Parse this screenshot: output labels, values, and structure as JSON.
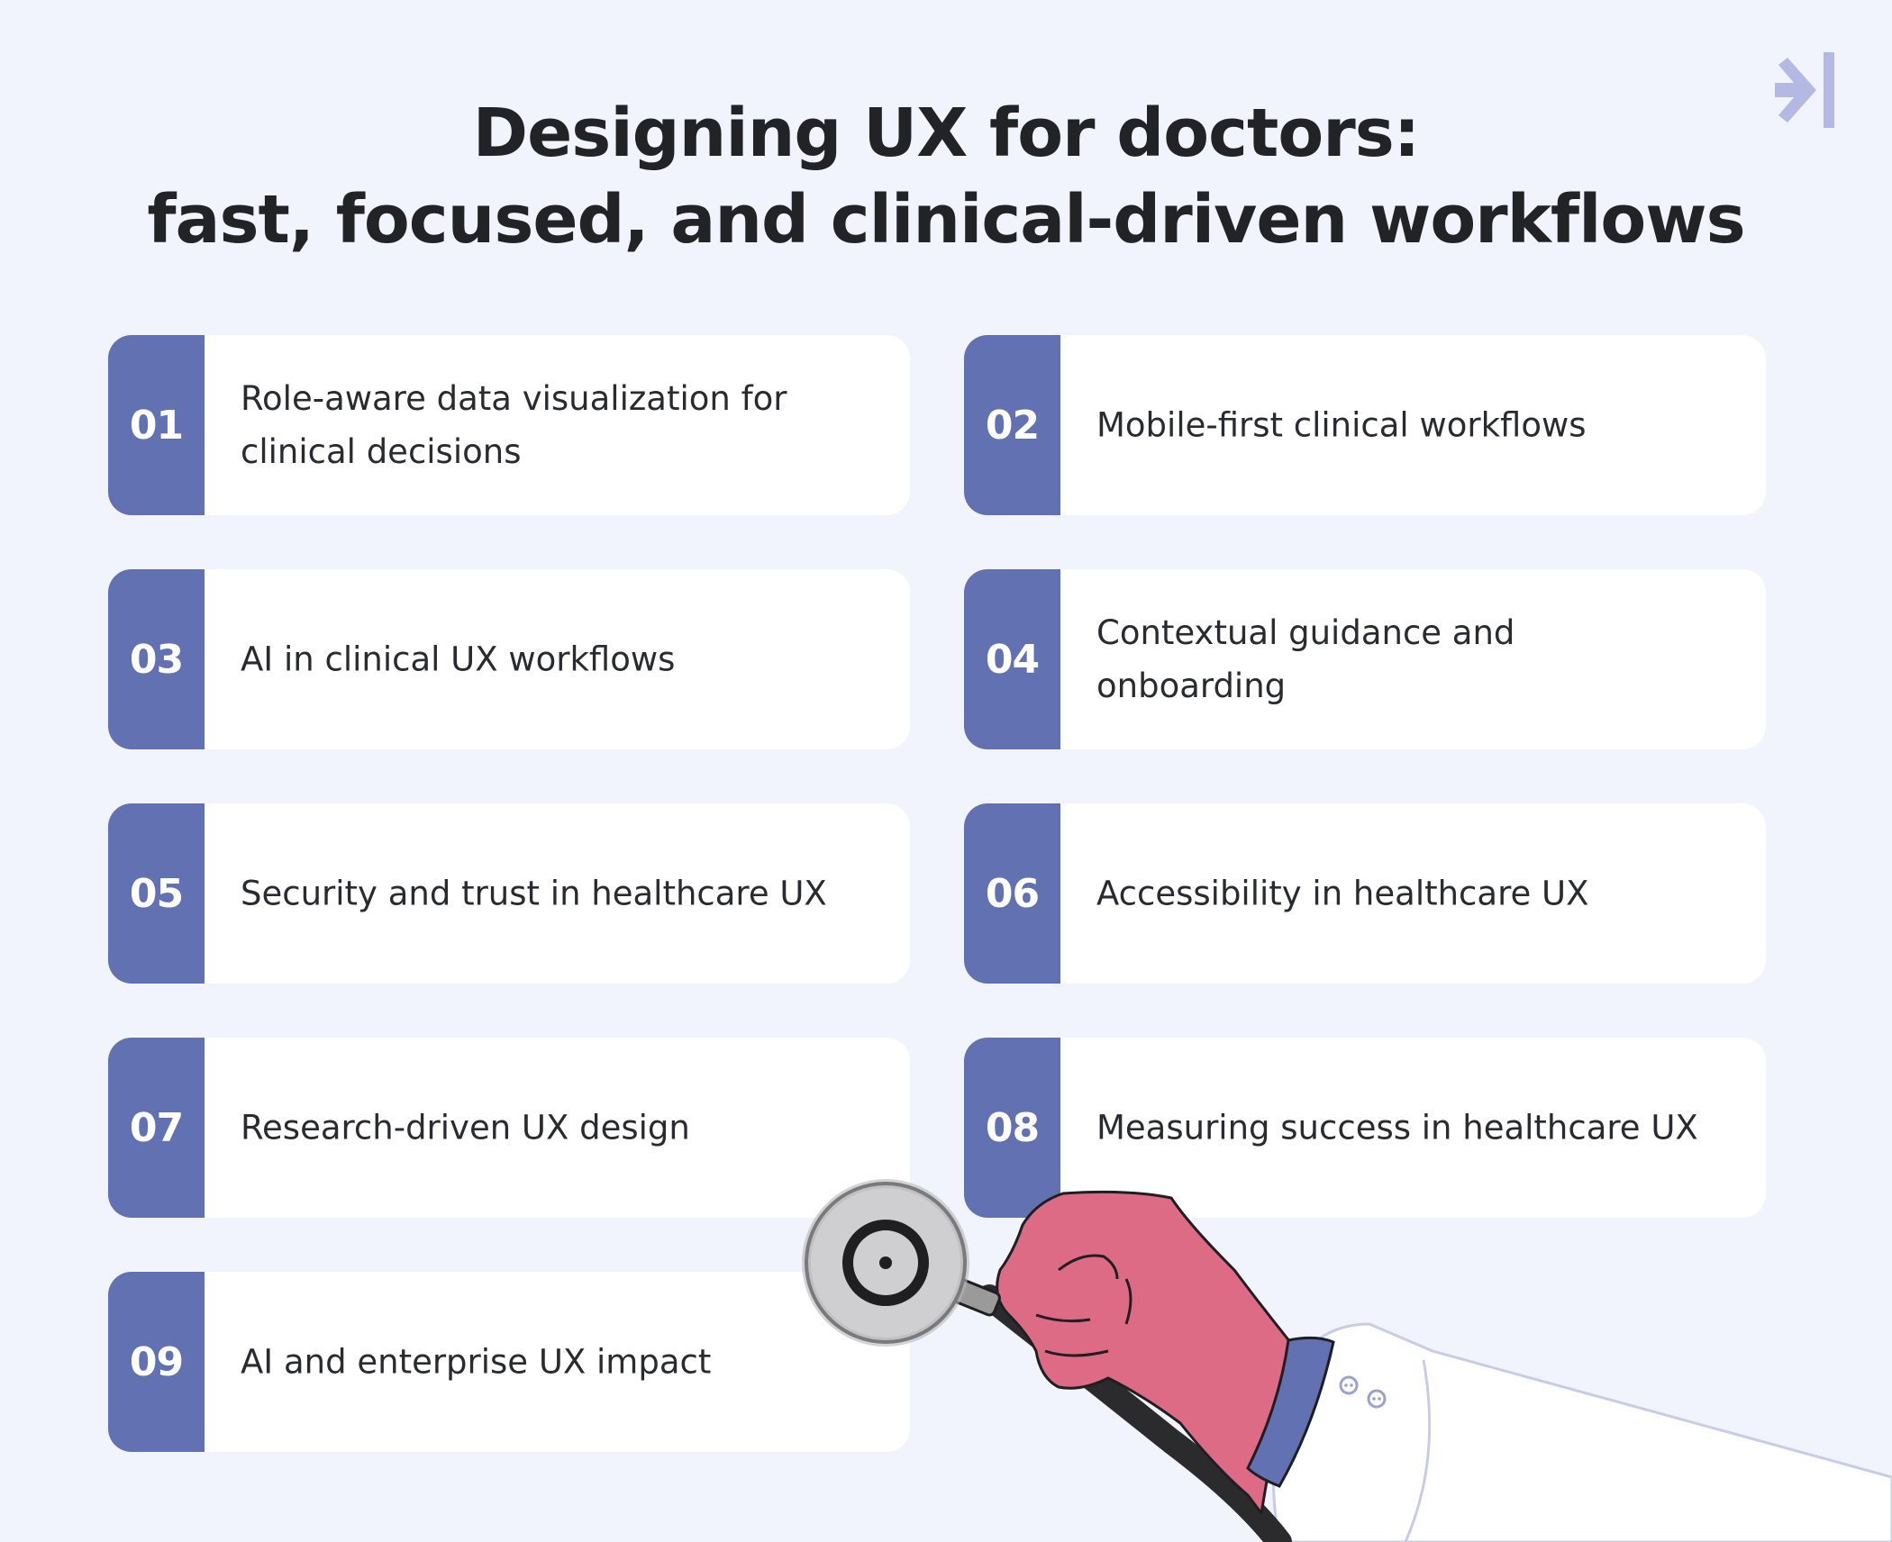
{
  "title": {
    "line1": "Designing UX for doctors:",
    "line2": "fast, focused, and clinical-driven workflows"
  },
  "logo": {
    "icon": "arrow-to-bar-icon",
    "color": "#b3b9e3"
  },
  "colors": {
    "background": "#f1f3fd",
    "accent": "#6171b1",
    "card": "#ffffff",
    "glove": "#de6b86",
    "cuff": "#6171b1"
  },
  "items": [
    {
      "number": "01",
      "label": "Role-aware data visualization for clinical decisions"
    },
    {
      "number": "02",
      "label": "Mobile-first clinical workflows"
    },
    {
      "number": "03",
      "label": "AI in clinical UX workflows"
    },
    {
      "number": "04",
      "label": "Contextual guidance and onboarding"
    },
    {
      "number": "05",
      "label": "Security and trust in healthcare UX"
    },
    {
      "number": "06",
      "label": "Accessibility in healthcare UX"
    },
    {
      "number": "07",
      "label": "Research-driven UX design"
    },
    {
      "number": "08",
      "label": "Measuring success in healthcare UX"
    },
    {
      "number": "09",
      "label": "AI and enterprise UX impact"
    }
  ],
  "illustration": {
    "subject": "gloved-hand-holding-stethoscope",
    "icons": [
      "stethoscope-icon",
      "gloved-hand-icon",
      "lab-coat-sleeve-icon"
    ]
  }
}
